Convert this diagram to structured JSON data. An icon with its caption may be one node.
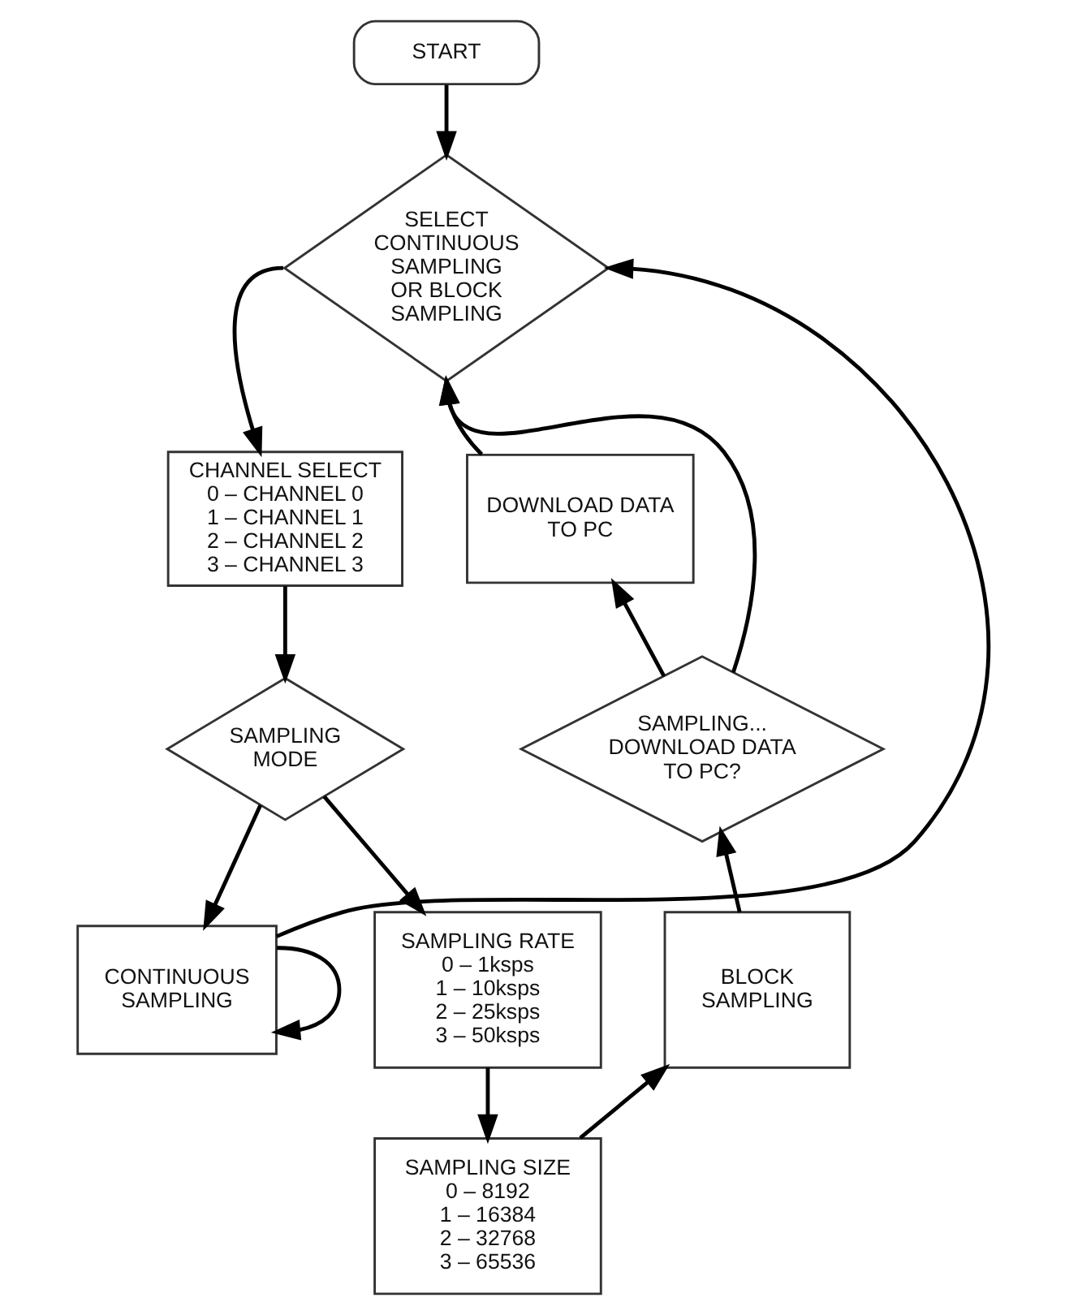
{
  "diagram": {
    "nodes": [
      {
        "text": [
          "START"
        ]
      },
      {
        "text": [
          "SELECT CONTINUOUS SAMPLING OR BLOCK SAMPLING"
        ]
      },
      {
        "text": [
          "DOWNLOAD DATA TO PC"
        ]
      },
      {
        "text": [
          "CHANNEL SELECT",
          "0 – CHANNEL 0",
          "1 – CHANNEL 1",
          "2 – CHANNEL 2",
          "3 – CHANNEL 3"
        ]
      },
      {
        "text": [
          "CONTINUOUS SAMPLING"
        ]
      },
      {
        "text": [
          "SAMPLING MODE"
        ]
      },
      {
        "text": [
          "SAMPLING... DOWNLOAD DATA TO PC?"
        ]
      },
      {
        "text": [
          "SAMPLING RATE",
          "0 – 1ksps",
          "1 – 10ksps",
          "2 – 25ksps",
          "3 – 50ksps"
        ]
      },
      {
        "text": [
          "BLOCK SAMPLING"
        ]
      },
      {
        "text": [
          "SAMPLING SIZE",
          "0 – 8192",
          "1 – 16384",
          "2 – 32768",
          "3 – 65536"
        ]
      }
    ],
    "edges": [
      {
        "from": 0,
        "to": 1,
        "arrow": "to"
      },
      {
        "from": 1,
        "to": 3,
        "arrow": "to"
      },
      {
        "from": 3,
        "to": 5,
        "arrow": "to"
      },
      {
        "from": 5,
        "to": 4,
        "arrow": "to"
      },
      {
        "from": 4,
        "to": 4,
        "arrow": "to"
      },
      {
        "from": 4,
        "to": 1,
        "arrow": "to"
      },
      {
        "from": 5,
        "to": 7,
        "arrow": "to"
      },
      {
        "from": 7,
        "to": 9,
        "arrow": "to"
      },
      {
        "from": 9,
        "to": 8,
        "arrow": "to"
      },
      {
        "from": 8,
        "to": 6,
        "arrow": "to"
      },
      {
        "from": 6,
        "to": 2,
        "arrow": "to"
      },
      {
        "from": 6,
        "to": 1,
        "arrow": "to"
      },
      {
        "from": 2,
        "to": 1,
        "arrow": "to"
      }
    ]
  }
}
